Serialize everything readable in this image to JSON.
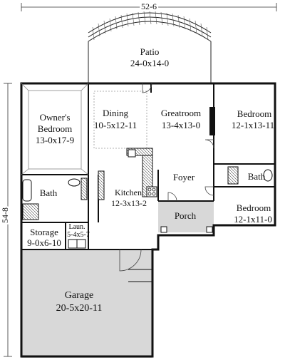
{
  "dimensions": {
    "width_label": "52-6",
    "depth_label": "54-8"
  },
  "rooms": [
    {
      "id": "patio",
      "name": "Patio",
      "size": "24-0x14-0"
    },
    {
      "id": "owners-bedroom",
      "name": "Owner's",
      "name2": "Bedroom",
      "size": "13-0x17-9"
    },
    {
      "id": "dining",
      "name": "Dining",
      "size": "10-5x12-11"
    },
    {
      "id": "greatroom",
      "name": "Greatroom",
      "size": "13-4x13-0"
    },
    {
      "id": "bedroom-1",
      "name": "Bedroom",
      "size": "12-1x13-11"
    },
    {
      "id": "bath-right",
      "name": "Bath"
    },
    {
      "id": "foyer",
      "name": "Foyer"
    },
    {
      "id": "bath-left",
      "name": "Bath"
    },
    {
      "id": "kitchen",
      "name": "Kitchen",
      "size": "12-3x13-2"
    },
    {
      "id": "porch",
      "name": "Porch"
    },
    {
      "id": "bedroom-2",
      "name": "Bedroom",
      "size": "12-1x11-0"
    },
    {
      "id": "storage",
      "name": "Storage",
      "size": "9-0x6-10"
    },
    {
      "id": "laundry",
      "name": "Laun.",
      "size": "5-4x5-7"
    },
    {
      "id": "garage",
      "name": "Garage",
      "size": "20-5x20-11"
    }
  ]
}
